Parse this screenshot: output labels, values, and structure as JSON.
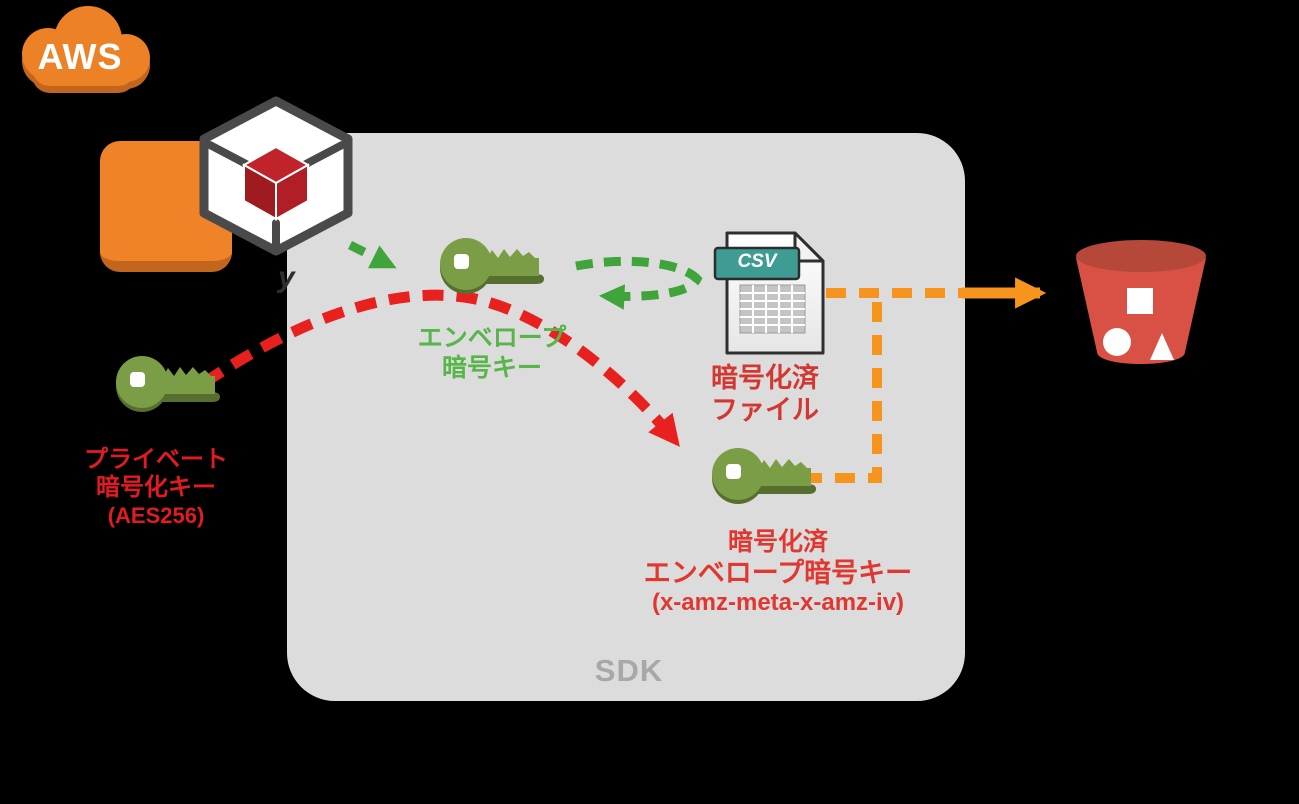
{
  "colors": {
    "background": "#000000",
    "aws_orange": "#EC8126",
    "aws_orange_shadow": "#C2661E",
    "panel_gray": "#DCDCDC",
    "sdk_text_gray": "#A8A8A8",
    "key_green": "#7A9D45",
    "key_green_dark": "#566E2E",
    "arrow_green": "#3FA53A",
    "green_label": "#58B54A",
    "arrow_red": "#E8201E",
    "red_label": "#D93530",
    "private_key_label_red": "#E21B22",
    "arrow_orange": "#F7941E",
    "csv_teal": "#3E9C94",
    "bucket_red": "#D85144",
    "bucket_rim_red": "#B6483A",
    "cube_red_top": "#C0242A",
    "cube_red_left": "#9E1B20",
    "cube_red_right": "#B01F25"
  },
  "cloud": {
    "label": "AWS"
  },
  "masterkey_caption_fragment": "y",
  "sdk": {
    "label": "SDK"
  },
  "envelope_key": {
    "lines": [
      "エンベロープ",
      "暗号キー"
    ]
  },
  "private_key": {
    "lines": [
      "プライベート",
      "暗号化キー",
      "(AES256)"
    ]
  },
  "encrypted_file": {
    "badge": "CSV",
    "lines": [
      "暗号化済",
      "ファイル"
    ]
  },
  "encrypted_envelope_key": {
    "lines": [
      "暗号化済",
      "エンベロープ暗号キー",
      "(x-amz-meta-x-amz-iv)"
    ]
  }
}
